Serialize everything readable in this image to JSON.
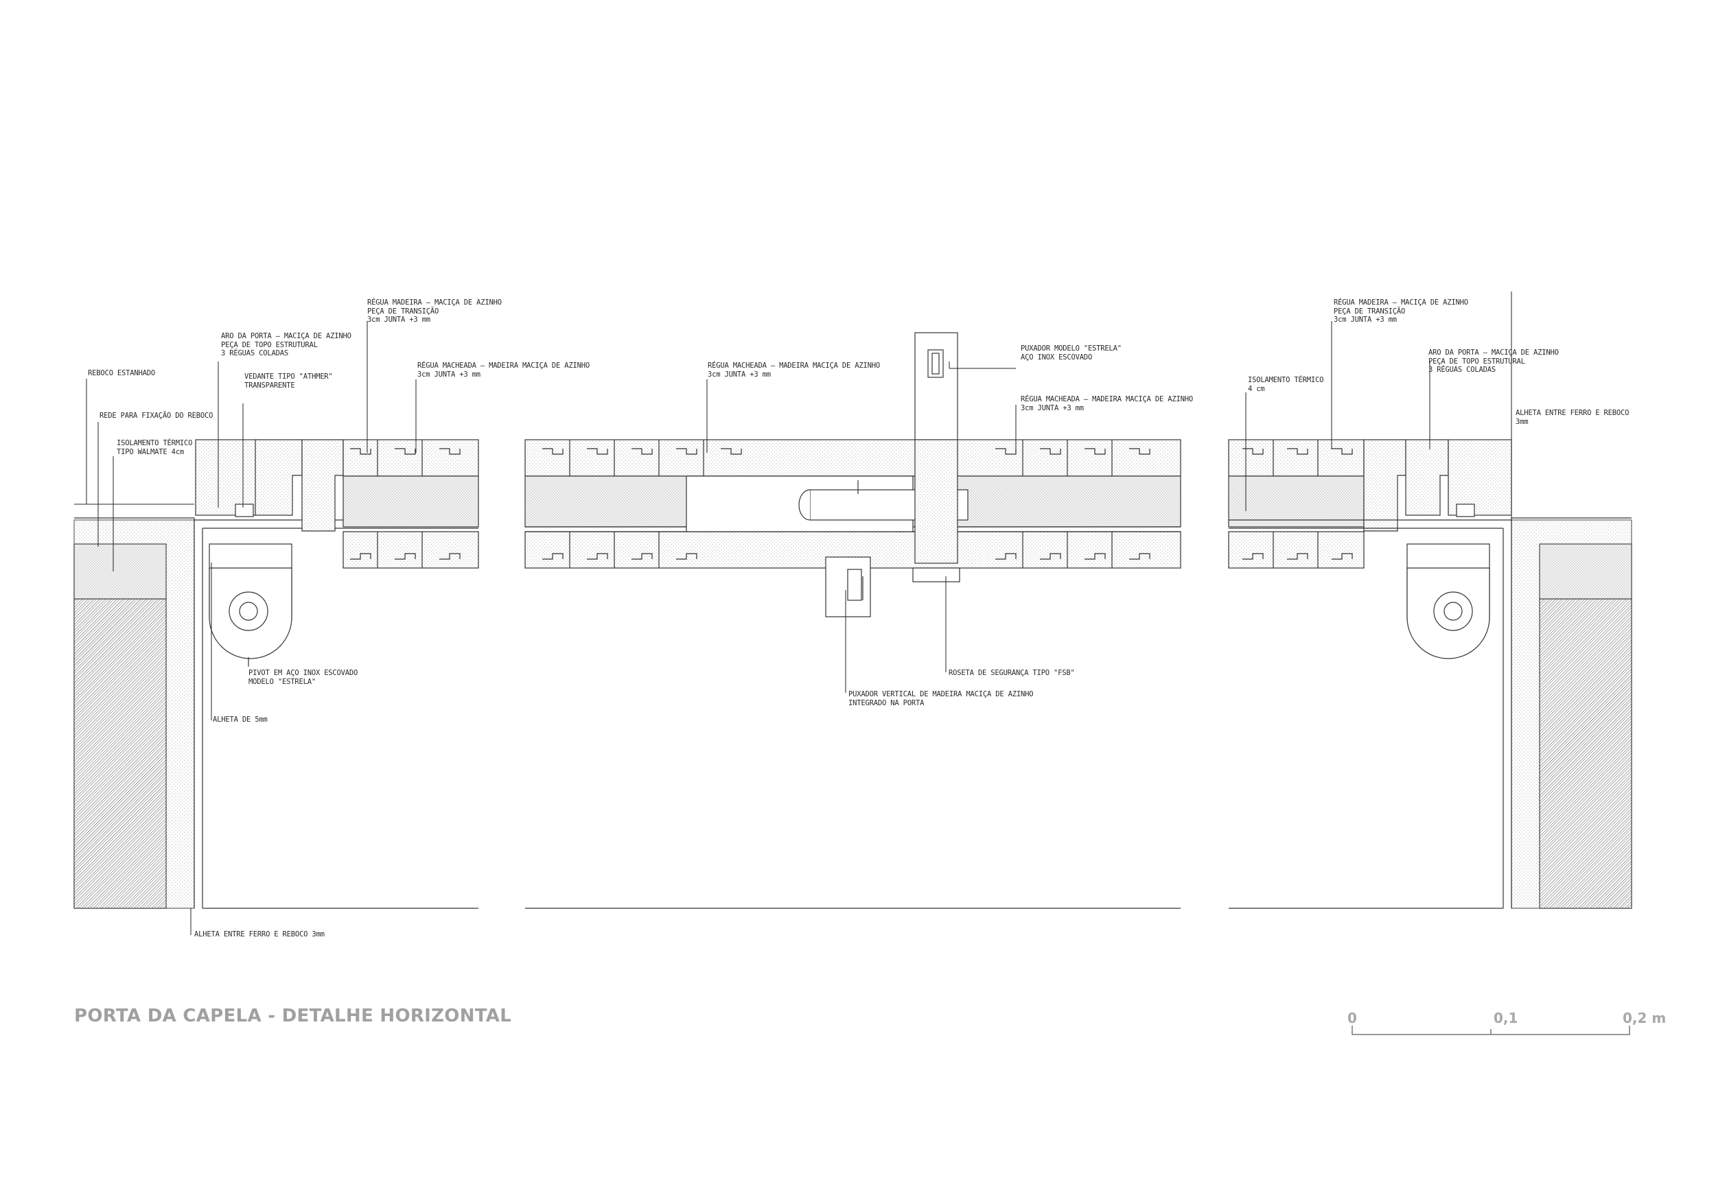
{
  "title": "PORTA DA CAPELA - DETALHE HORIZONTAL",
  "scale_bar": {
    "labels": [
      "0",
      "0,1",
      "0,2 m"
    ]
  },
  "annotations": {
    "reboco": "REBOCO ESTANHADO",
    "rede": "REDE PARA FIXAÇÃO DO REBOCO",
    "isol_left": [
      "ISOLAMENTO TÉRMICO",
      "TIPO WALMATE 4cm"
    ],
    "aro_left": [
      "ARO DA PORTA – MACIÇA DE AZINHO",
      "PEÇA DE TOPO ESTRUTURAL",
      "3 RÉGUAS COLADAS"
    ],
    "vedante": [
      "VEDANTE TIPO \"ATHMER\"",
      "TRANSPARENTE"
    ],
    "regua_left": [
      "RÉGUA MADEIRA – MACIÇA DE AZINHO",
      "PEÇA DE TRANSIÇÃO",
      "3cm JUNTA +3 mm"
    ],
    "macheada_left": [
      "RÉGUA MACHEADA – MADEIRA MACIÇA DE AZINHO",
      "3cm JUNTA +3 mm"
    ],
    "macheada_mid": [
      "RÉGUA MACHEADA – MADEIRA MACIÇA DE AZINHO",
      "3cm JUNTA +3 mm"
    ],
    "puxador": [
      "PUXADOR MODELO \"ESTRELA\"",
      "AÇO INOX ESCOVADO"
    ],
    "macheada_right": [
      "RÉGUA MACHEADA – MADEIRA MACIÇA DE AZINHO",
      "3cm JUNTA +3 mm"
    ],
    "pivot": [
      "PIVOT EM AÇO INOX ESCOVADO",
      "MODELO \"ESTRELA\""
    ],
    "alheta5": "ALHETA DE 5mm",
    "alheta_left": "ALHETA ENTRE FERRO E REBOCO 3mm",
    "roseta": "ROSETA DE SEGURANÇA TIPO \"FSB\"",
    "puxador_vert": [
      "PUXADOR VERTICAL DE MADEIRA MACIÇA DE AZINHO",
      "INTEGRADO NA PORTA"
    ],
    "regua_right": [
      "RÉGUA MADEIRA – MACIÇA DE AZINHO",
      "PEÇA DE TRANSIÇÃO",
      "3cm JUNTA +3 mm"
    ],
    "isol_right": [
      "ISOLAMENTO TÉRMICO",
      "4 cm"
    ],
    "aro_right": [
      "ARO DA PORTA – MACIÇA DE AZINHO",
      "PEÇA DE TOPO ESTRUTURAL",
      "3 RÉGUAS COLADAS"
    ],
    "alheta_right": [
      "ALHETA ENTRE FERRO E REBOCO",
      "3mm"
    ]
  }
}
